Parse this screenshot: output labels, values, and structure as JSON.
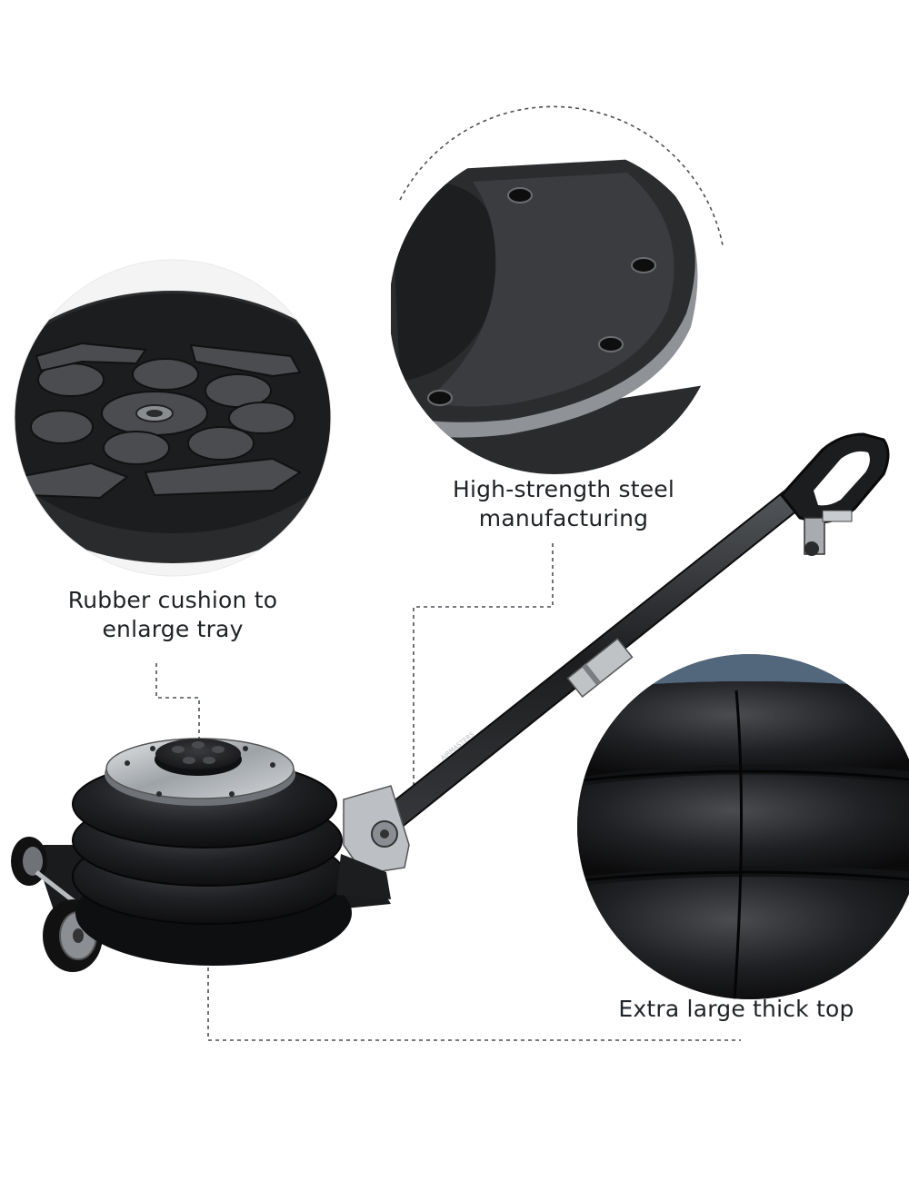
{
  "callouts": {
    "rubber_cushion": {
      "line1": "Rubber cushion to",
      "line2": "enlarge tray"
    },
    "steel": {
      "line1": "High-strength steel",
      "line2": "manufacturing"
    },
    "thick_top": {
      "line1": "Extra large thick top"
    }
  },
  "product": {
    "handle_brand": "AIRMASTERS"
  },
  "colors": {
    "rubber": "#1b1c1e",
    "steel_plate": "#bfc3c6",
    "leader_line": "#4a4f55",
    "caption_text": "#1f2326"
  }
}
